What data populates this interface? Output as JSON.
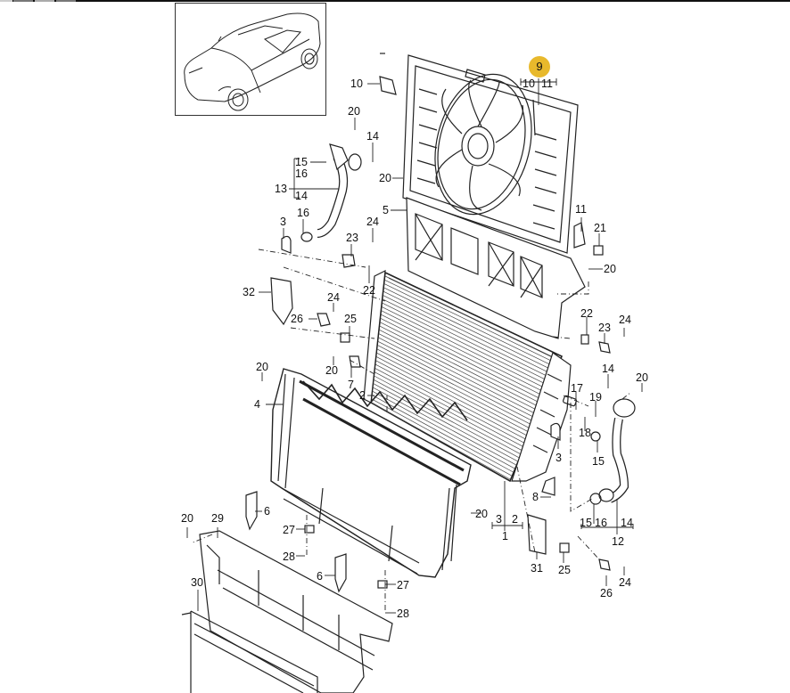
{
  "diagram": {
    "title": "Radiator and cooling fan assembly exploded view",
    "thumbnail": "vehicle-overview",
    "highlighted_part": "9",
    "highlight_color": "#e8b92c",
    "callouts": {
      "c9": "9",
      "c10a": "10",
      "c10b": "10",
      "c11a": "11",
      "c11b": "11",
      "c20a": "20",
      "c14a": "14",
      "c15a": "15",
      "c16a": "16",
      "c13": "13",
      "c14b": "14",
      "c20b": "20",
      "c5": "5",
      "c3a": "3",
      "c16b": "16",
      "c23a": "23",
      "c24a": "24",
      "c22a": "22",
      "c21": "21",
      "c20c": "20",
      "c32": "32",
      "c24b": "24",
      "c26a": "26",
      "c25a": "25",
      "c20d": "20",
      "c7": "7",
      "c20e": "20",
      "c2a": "2",
      "c4": "4",
      "c22b": "22",
      "c23b": "23",
      "c24c": "24",
      "c14c": "14",
      "c20f": "20",
      "c17": "17",
      "c19": "19",
      "c18": "18",
      "c3b": "3",
      "c15b": "15",
      "c8": "8",
      "c15c": "15",
      "c16c": "16",
      "c14d": "14",
      "c12": "12",
      "c3c": "3",
      "c2b": "2",
      "c1": "1",
      "c20g": "20",
      "c6a": "6",
      "c20h": "20",
      "c29": "29",
      "c27a": "27",
      "c28a": "28",
      "c6b": "6",
      "c27b": "27",
      "c28b": "28",
      "c30": "30",
      "c31": "31",
      "c25b": "25",
      "c26b": "26",
      "c24d": "24"
    }
  }
}
